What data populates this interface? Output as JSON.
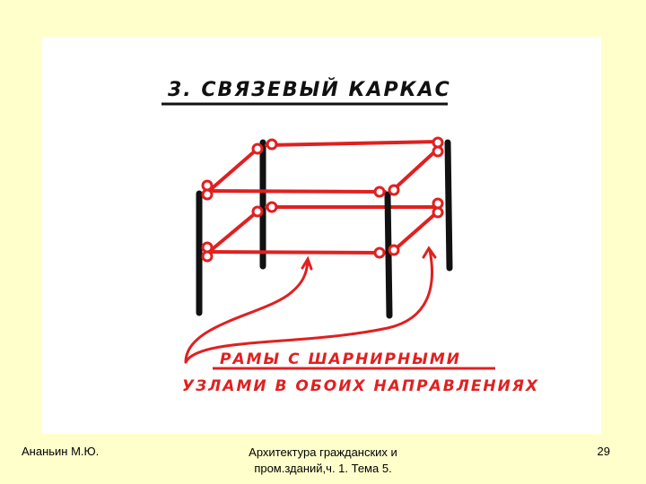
{
  "slide": {
    "title": "3. СВЯЗЕВЫЙ КАРКАС",
    "caption_line1": "РАМЫ С ШАРНИРНЫМИ",
    "caption_line2": "УЗЛАМИ В ОБОИХ НАПРАВЛЕНИЯХ",
    "colors": {
      "background": "#ffffcc",
      "drawing_accent": "#e02020",
      "columns": "#111111"
    }
  },
  "footer": {
    "author": "Ананьин М.Ю.",
    "course_line1": "Архитектура гражданских и",
    "course_line2": "пром.зданий,ч. 1. Тема 5.",
    "page_number": "29"
  }
}
